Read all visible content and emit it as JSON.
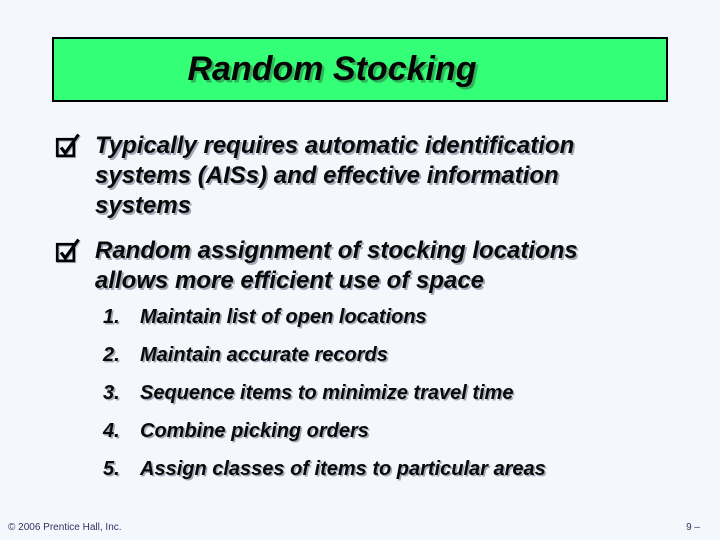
{
  "slide": {
    "title": "Random Stocking",
    "bullets": [
      {
        "label": "Typically requires automatic identification\nsystems (AISs) and effective information\nsystems"
      },
      {
        "label": "Random assignment of stocking locations\nallows more efficient use of space"
      }
    ],
    "numbered_list": [
      {
        "num": "1.",
        "text": "Maintain list of open locations"
      },
      {
        "num": "2.",
        "text": "Maintain accurate records"
      },
      {
        "num": "3.",
        "text": "Sequence items to minimize travel time"
      },
      {
        "num": "4.",
        "text": "Combine picking orders"
      },
      {
        "num": "5.",
        "text": "Assign classes of items to particular areas"
      }
    ],
    "footer": {
      "copyright": "© 2006 Prentice Hall, Inc.",
      "page_number": "9 –"
    },
    "colors": {
      "banner_green": "#33ff77",
      "background": "#f4f7fc",
      "text": "#0a0a0a",
      "footer_text": "#333366"
    }
  }
}
